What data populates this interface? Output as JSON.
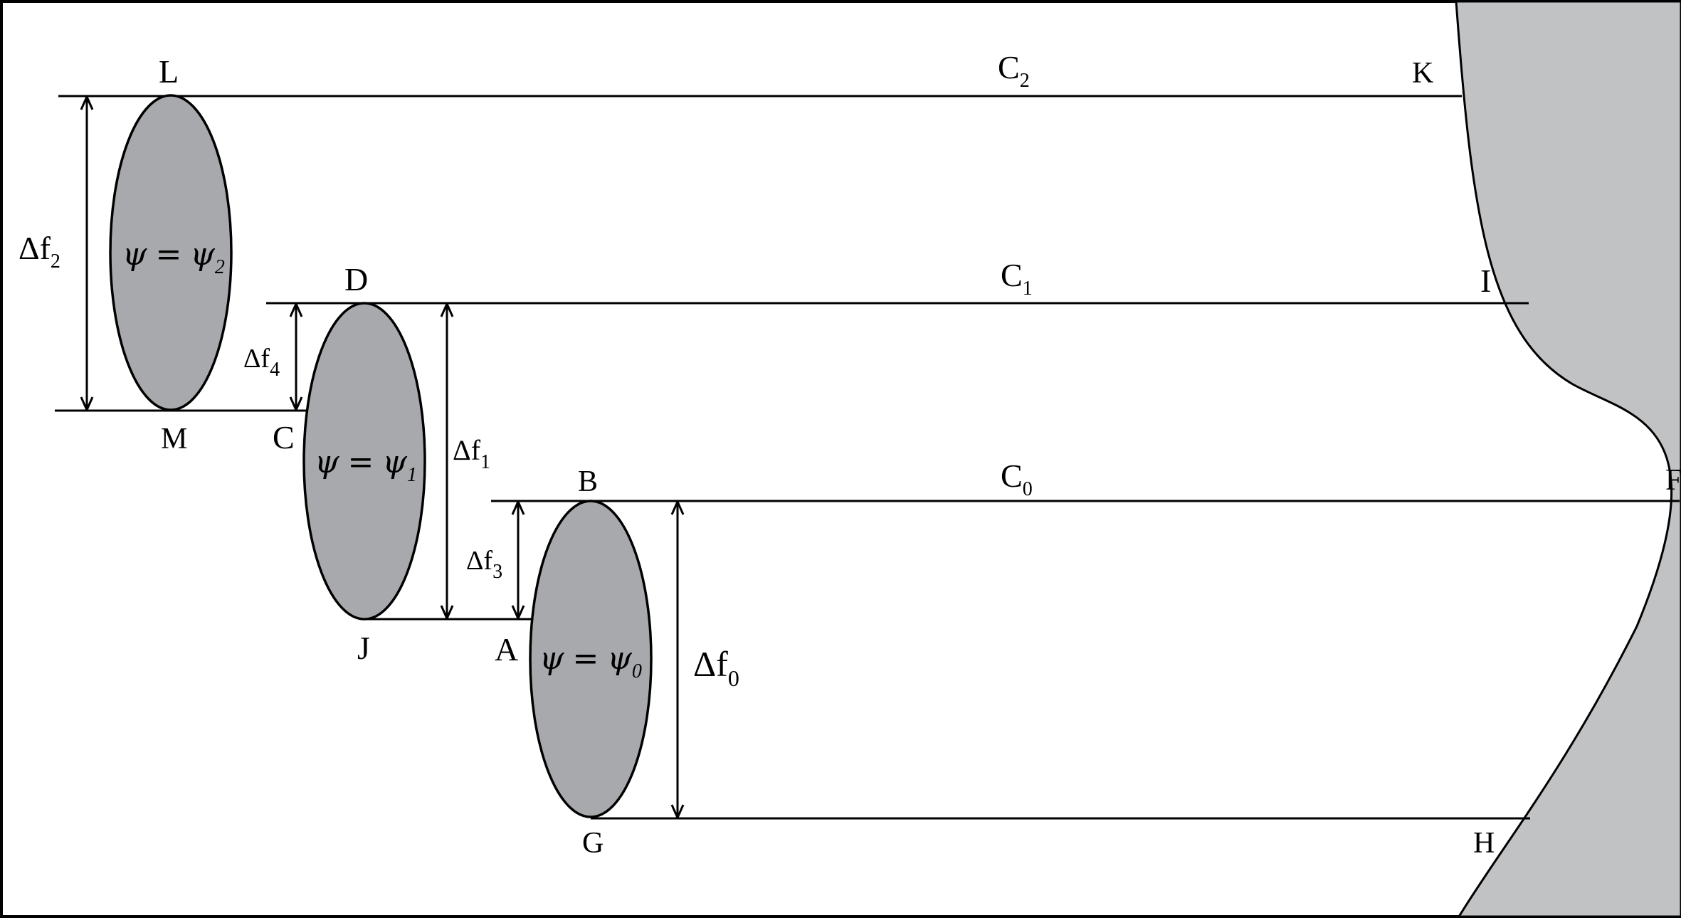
{
  "points": {
    "L": "L",
    "M": "M",
    "K": "K",
    "D": "D",
    "C": "C",
    "J": "J",
    "I": "I",
    "B": "B",
    "A": "A",
    "G": "G",
    "F": "F",
    "H": "H"
  },
  "curves": {
    "c2": {
      "base": "C",
      "sub": "2"
    },
    "c1": {
      "base": "C",
      "sub": "1"
    },
    "c0": {
      "base": "C",
      "sub": "0"
    }
  },
  "intervals": {
    "df2": {
      "base": "Δf",
      "sub": "2"
    },
    "df4": {
      "base": "Δf",
      "sub": "4"
    },
    "df1": {
      "base": "Δf",
      "sub": "1"
    },
    "df3": {
      "base": "Δf",
      "sub": "3"
    },
    "df0": {
      "base": "Δf",
      "sub": "0"
    }
  },
  "regions": {
    "psi2": {
      "lhs": "ψ",
      "eq": "=",
      "rhs": "ψ",
      "sub": "2"
    },
    "psi1": {
      "lhs": "ψ",
      "eq": "=",
      "rhs": "ψ",
      "sub": "1"
    },
    "psi0": {
      "lhs": "ψ",
      "eq": "=",
      "rhs": "ψ",
      "sub": "0"
    }
  },
  "colors": {
    "ellipse_fill": "#a8a9ac",
    "boundary_fill": "#c1c2c4",
    "stroke": "#000000",
    "background": "#ffffff"
  }
}
